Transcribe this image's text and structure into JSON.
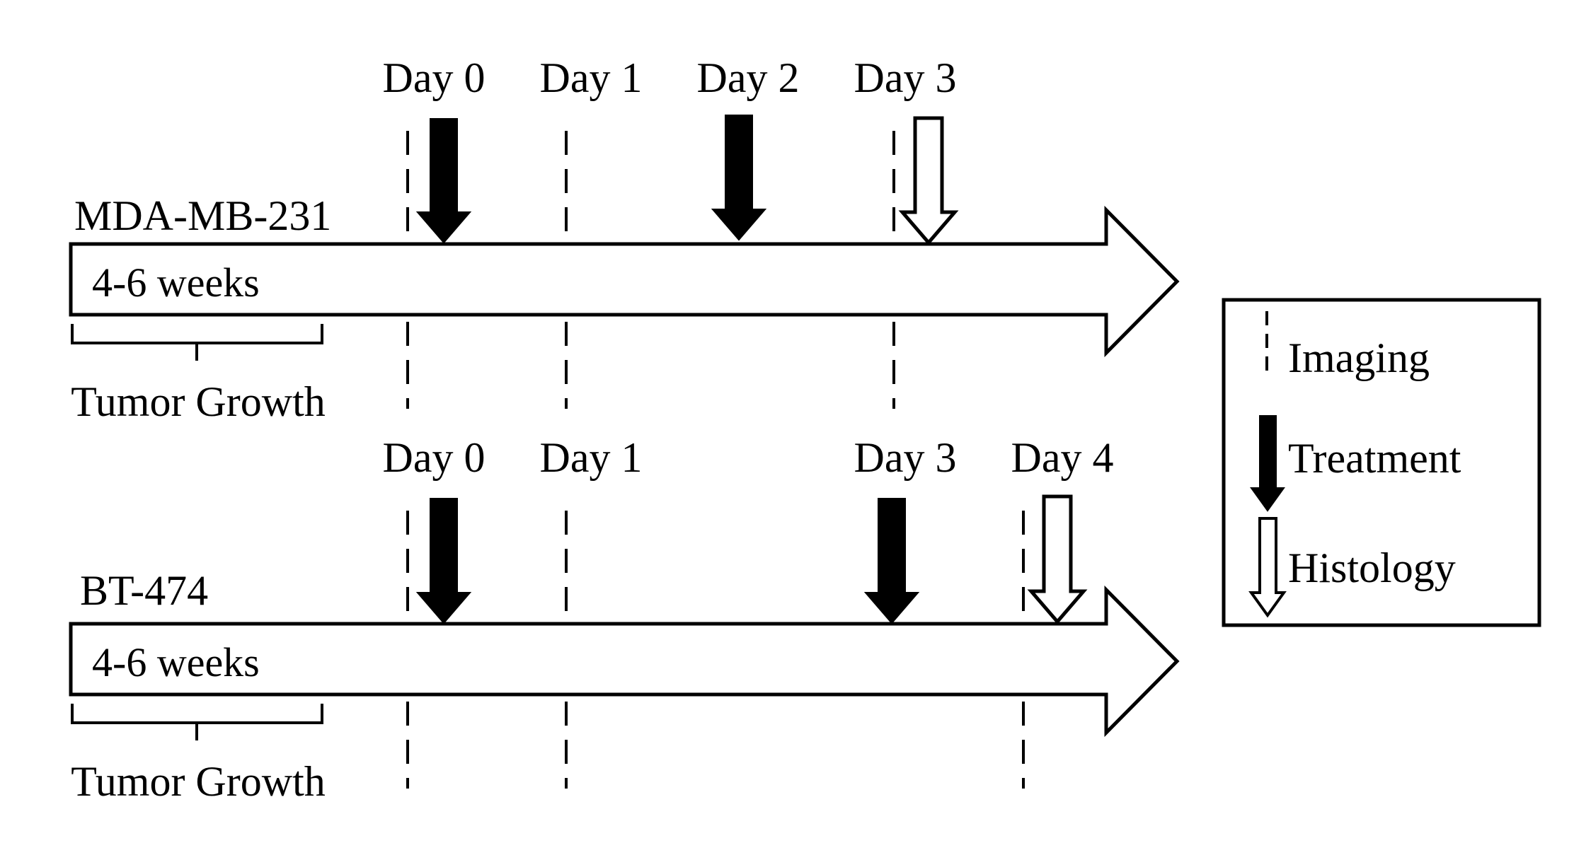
{
  "timelines": [
    {
      "cell_line": "MDA-MB-231",
      "growth_period": "4-6 weeks",
      "growth_label": "Tumor Growth",
      "days": [
        "Day 0",
        "Day 1",
        "Day 2",
        "Day 3"
      ],
      "imaging_days": [
        0,
        1,
        3
      ],
      "treatment_days": [
        0,
        2
      ],
      "histology_days": [
        3
      ]
    },
    {
      "cell_line": "BT-474",
      "growth_period": "4-6 weeks",
      "growth_label": "Tumor Growth",
      "days": [
        "Day 0",
        "Day 1",
        "Day 3",
        "Day 4"
      ],
      "imaging_days": [
        0,
        1,
        4
      ],
      "treatment_days": [
        0,
        3
      ],
      "histology_days": [
        4
      ]
    }
  ],
  "legend": {
    "imaging": "Imaging",
    "treatment": "Treatment",
    "histology": "Histology"
  }
}
